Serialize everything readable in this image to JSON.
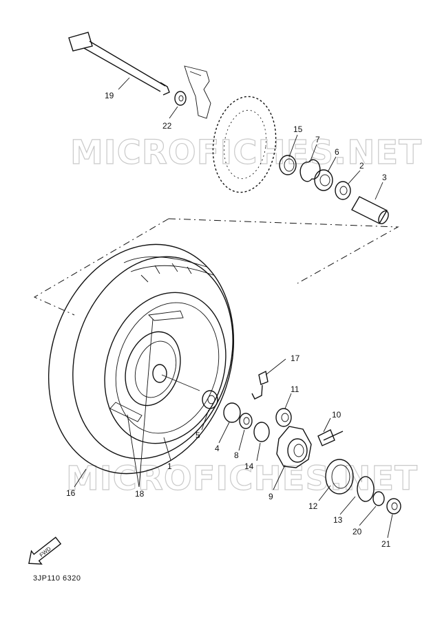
{
  "watermark": "MICROFICHES.NET",
  "figure_code": "3JP110 6320",
  "fwd_label": "FWD",
  "callouts": {
    "c1": "1",
    "c2": "2",
    "c3": "3",
    "c4": "4",
    "c5": "5",
    "c6": "6",
    "c7": "7",
    "c8": "8",
    "c9": "9",
    "c10": "10",
    "c11": "11",
    "c12": "12",
    "c13": "13",
    "c14": "14",
    "c15": "15",
    "c16": "16",
    "c17": "17",
    "c18": "18",
    "c19": "19",
    "c20": "20",
    "c21": "21",
    "c22": "22"
  }
}
